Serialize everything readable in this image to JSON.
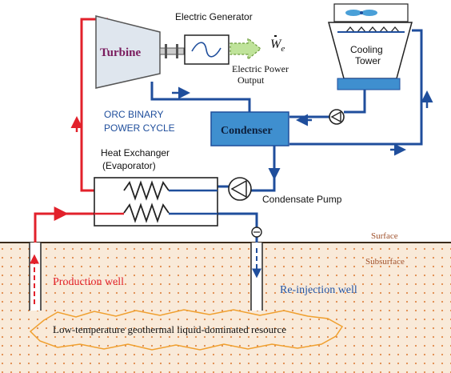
{
  "labels": {
    "turbine": "Turbine",
    "generator": "Electric Generator",
    "power_symbol": "W",
    "power_subscript": "e",
    "power_output_line1": "Electric Power",
    "power_output_line2": "Output",
    "cooling_line1": "Cooling",
    "cooling_line2": "Tower",
    "cycle_line1": "ORC BINARY",
    "cycle_line2": "POWER CYCLE",
    "condenser": "Condenser",
    "hx_line1": "Heat Exchanger",
    "hx_line2": "(Evaporator)",
    "condensate_pump": "Condensate Pump",
    "surface": "Surface",
    "subsurface": "Subsurface",
    "production_well": "Production well",
    "reinjection_well": "Re-injection well",
    "resource": "Low-temperature geothermal liquid-dominated resource"
  },
  "colors": {
    "working_fluid_hot": "#e2212b",
    "working_fluid_cold": "#1f4e9c",
    "turbine_fill": "#dfe6ee",
    "turbine_text": "#7a1b5d",
    "condenser_fill": "#3f8fcf",
    "ground_fill": "#f9ead9",
    "ground_dots": "#e0894a",
    "label_brown": "#a0522d",
    "production_red": "#e2212b",
    "reinjection_blue": "#2355a6",
    "resource_outline": "#f0a030"
  }
}
